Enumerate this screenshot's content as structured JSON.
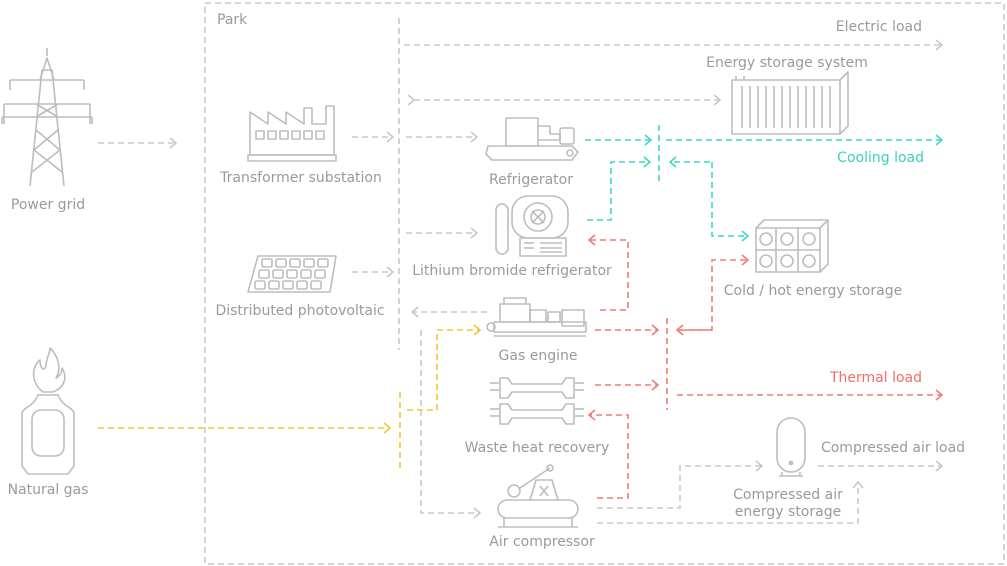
{
  "labels": {
    "park": "Park",
    "power_grid": "Power grid",
    "natural_gas": "Natural gas",
    "transformer_substation": "Transformer substation",
    "distributed_photovoltaic": "Distributed photovoltaic",
    "refrigerator": "Refrigerator",
    "lithium_bromide_refrigerator": "Lithium bromide refrigerator",
    "gas_engine": "Gas engine",
    "waste_heat_recovery": "Waste heat recovery",
    "air_compressor": "Air compressor",
    "electric_load": "Electric load",
    "energy_storage_system": "Energy storage system",
    "cooling_load": "Cooling load",
    "cold_hot_energy_storage": "Cold / hot energy storage",
    "thermal_load": "Thermal load",
    "compressed_air_load": "Compressed air load",
    "compressed_air_energy_storage_line1": "Compressed air",
    "compressed_air_energy_storage_line2": "energy storage"
  },
  "colors": {
    "electric_flow": "#c8c8c8",
    "cooling_flow": "#3dd6c8",
    "thermal_flow": "#f07c74",
    "gas_flow": "#f2c53a",
    "text": "#9a9a9a",
    "cooling_text": "#3dcfc0",
    "thermal_text": "#f06e66",
    "icon_stroke": "#bdbdbd"
  },
  "icons": [
    "power-tower-icon",
    "gas-flame-icon",
    "factory-icon",
    "solar-panel-icon",
    "refrigerator-icon",
    "lithium-bromide-refrigerator-icon",
    "gas-engine-icon",
    "waste-heat-recovery-icon",
    "air-compressor-icon",
    "battery-container-icon",
    "cold-hot-storage-icon",
    "air-tank-icon"
  ]
}
